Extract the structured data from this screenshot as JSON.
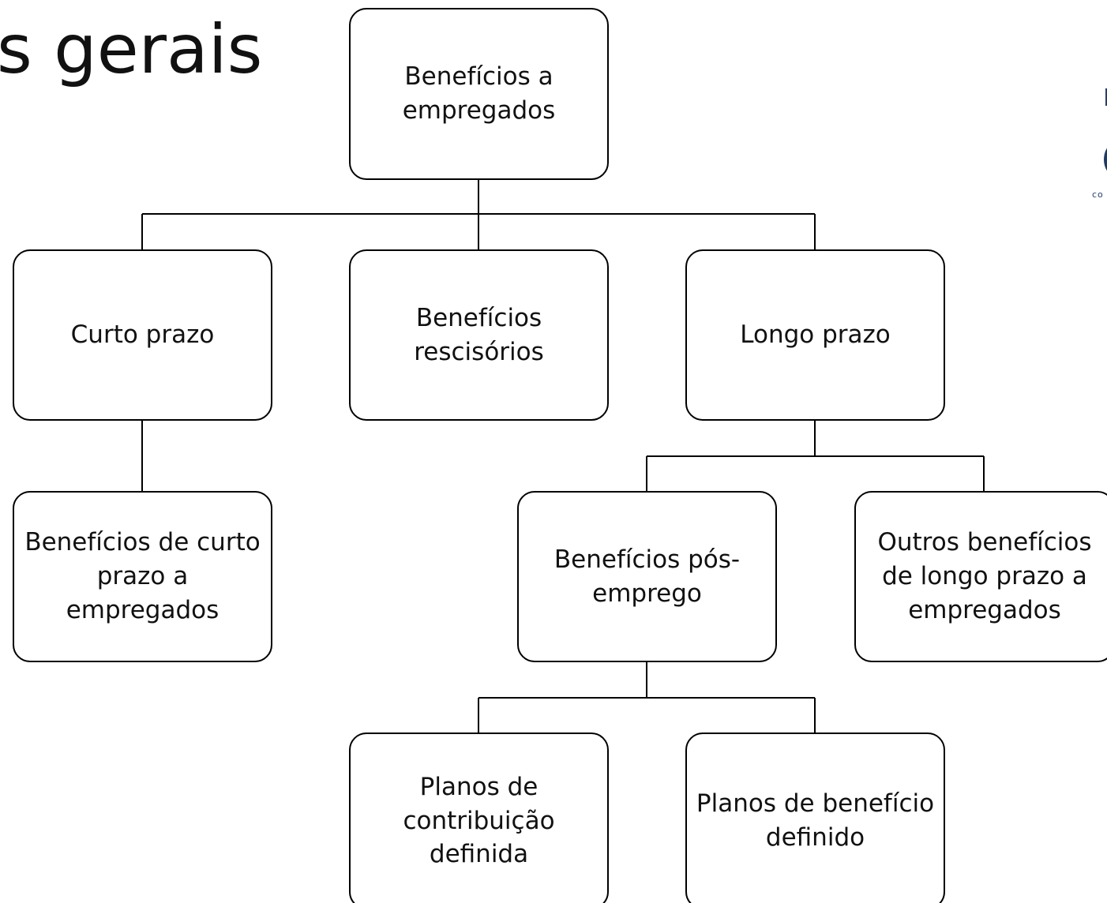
{
  "slide": {
    "title": "s gerais"
  },
  "nodes": {
    "root": "Benefícios a empregados",
    "short_term": "Curto prazo",
    "termination": "Benefícios rescisórios",
    "long_term": "Longo prazo",
    "short_term_employee": "Benefícios de curto prazo a empregados",
    "post_employment": "Benefícios pós-emprego",
    "other_long_term": "Outros benefícios de longo prazo a empregados",
    "defined_contribution": "Planos de contribuição definida",
    "defined_benefit": "Planos de benefício definido"
  },
  "logo": {
    "text": "co"
  },
  "colors": {
    "line": "#000000",
    "text": "#111111",
    "background": "#ffffff",
    "logo": "#1f3b63"
  }
}
